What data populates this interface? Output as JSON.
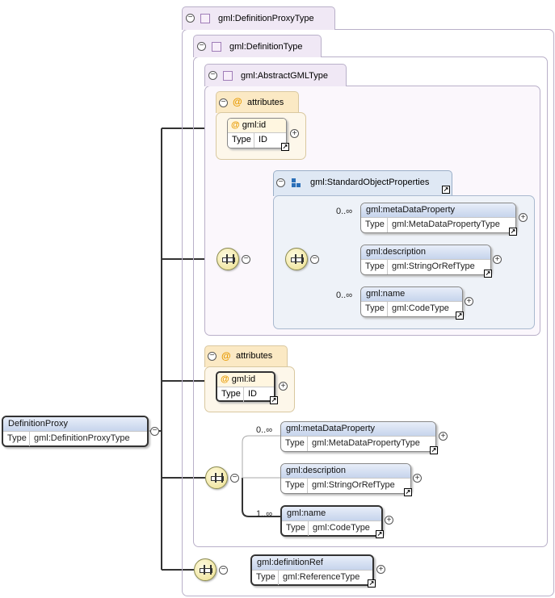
{
  "root": {
    "name": "DefinitionProxy",
    "type_label": "Type",
    "type": "gml:DefinitionProxyType"
  },
  "types": {
    "definition_proxy": "gml:DefinitionProxyType",
    "definition": "gml:DefinitionType",
    "abstract_gml": "gml:AbstractGMLType"
  },
  "attributes_label": "attributes",
  "at_symbol": "@",
  "inner_attr": {
    "name": "gml:id",
    "type_label": "Type",
    "type": "ID"
  },
  "outer_attr": {
    "name": "gml:id",
    "type_label": "Type",
    "type": "ID"
  },
  "group": {
    "name": "gml:StandardObjectProperties"
  },
  "group_elements": [
    {
      "name": "gml:metaDataProperty",
      "type_label": "Type",
      "type": "gml:MetaDataPropertyType",
      "cardinality": "0..∞"
    },
    {
      "name": "gml:description",
      "type_label": "Type",
      "type": "gml:StringOrRefType",
      "cardinality": ""
    },
    {
      "name": "gml:name",
      "type_label": "Type",
      "type": "gml:CodeType",
      "cardinality": "0..∞"
    }
  ],
  "definition_elements": [
    {
      "name": "gml:metaDataProperty",
      "type_label": "Type",
      "type": "gml:MetaDataPropertyType",
      "cardinality": "0..∞"
    },
    {
      "name": "gml:description",
      "type_label": "Type",
      "type": "gml:StringOrRefType",
      "cardinality": ""
    },
    {
      "name": "gml:name",
      "type_label": "Type",
      "type": "gml:CodeType",
      "cardinality": "1..∞"
    }
  ],
  "definition_ref": {
    "name": "gml:definitionRef",
    "type_label": "Type",
    "type": "gml:ReferenceType"
  },
  "symbols": {
    "collapse": "−",
    "expand": "+",
    "link": "↗"
  },
  "colors": {
    "type_tab": "#f0e8f5",
    "attribute_tab": "#fbe9c4",
    "group_tab": "#dfe8f4",
    "element_header": "#c6d4ec"
  }
}
